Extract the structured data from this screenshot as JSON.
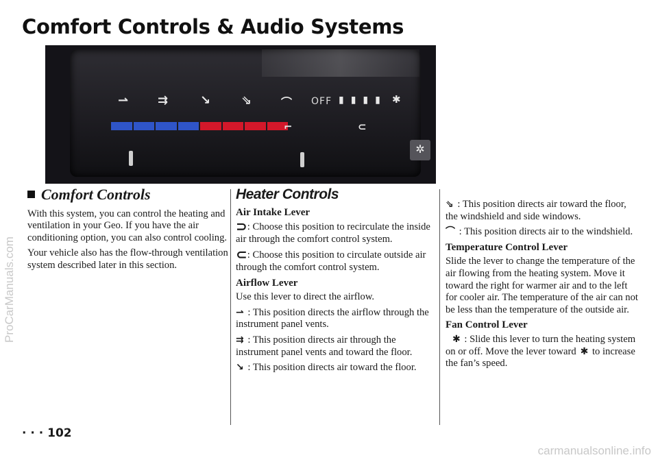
{
  "watermark_side": "ProCarManuals.com",
  "watermark_footer": "carmanualsonline.info",
  "page_title": "Comfort Controls & Audio Systems",
  "page_number": "· · · 102",
  "photo": {
    "off_label": "OFF"
  },
  "column1": {
    "heading": "Comfort Controls",
    "paragraphs": [
      "With this system, you can control the heating and ventilation in your Geo. If you have the air conditioning option, you can also control cooling.",
      "Your vehicle also has the flow-through ventilation system described later in this section."
    ]
  },
  "column2": {
    "heading": "Heater Controls",
    "air_intake_title": "Air Intake Lever",
    "air_intake_recirc": ": Choose this position to recirculate the inside air through the comfort control system.",
    "air_intake_outside": ": Choose this position to circulate outside air through the comfort control system.",
    "airflow_title": "Airflow Lever",
    "airflow_intro": "Use this lever to direct the airflow.",
    "airflow_vent": " : This position directs the airflow through the instrument panel vents.",
    "airflow_bilevel": " : This position directs air through the instrument panel vents and toward the floor.",
    "airflow_floor": " : This position directs air toward the floor."
  },
  "column3": {
    "floor_defrost": " : This position directs air toward the floor, the windshield and side windows.",
    "defrost": " : This position directs air to the windshield.",
    "temp_title": "Temperature Control Lever",
    "temp_text": "Slide the lever to change the temperature of the air flowing from the heating system. Move it toward the right for warmer air and to the left for cooler air. The temperature of the air can not be less than the temperature of the outside air.",
    "fan_title": "Fan Control Lever",
    "fan_text": " : Slide this lever to turn the heating system on or off. Move the lever toward",
    "fan_text2": " to increase the fan’s speed."
  },
  "colors": {
    "cool": "#2f55c8",
    "warm": "#d3182a"
  }
}
